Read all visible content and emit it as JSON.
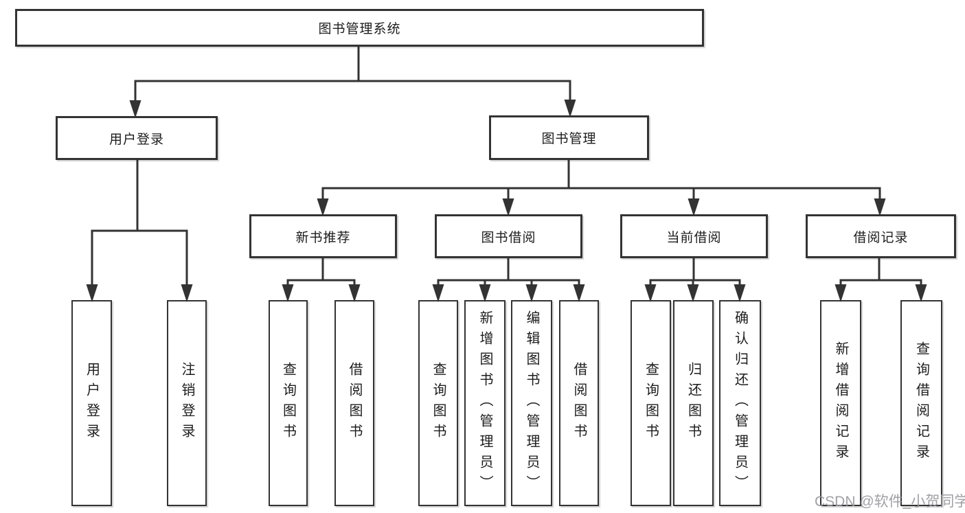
{
  "tree": {
    "label": "图书管理系统",
    "children": [
      {
        "label": "用户登录",
        "children": [
          {
            "label": "用户登录"
          },
          {
            "label": "注销登录"
          }
        ]
      },
      {
        "label": "图书管理",
        "children": [
          {
            "label": "新书推荐",
            "children": [
              {
                "label": "查询图书"
              },
              {
                "label": "借阅图书"
              }
            ]
          },
          {
            "label": "图书借阅",
            "children": [
              {
                "label": "查询图书"
              },
              {
                "label": "新增图书（管理员）"
              },
              {
                "label": "编辑图书（管理员）"
              },
              {
                "label": "借阅图书"
              }
            ]
          },
          {
            "label": "当前借阅",
            "children": [
              {
                "label": "查询图书"
              },
              {
                "label": "归还图书"
              },
              {
                "label": "确认归还（管理员）"
              }
            ]
          },
          {
            "label": "借阅记录",
            "children": [
              {
                "label": "新增借阅记录"
              },
              {
                "label": "查询借阅记录"
              }
            ]
          }
        ]
      }
    ]
  },
  "watermark": "CSDN @软件_小贺同学",
  "colors": {
    "line": "#333333",
    "box_border": "#333333",
    "box_background": "#ffffff",
    "text": "#1c1c1c",
    "watermark": "#99989f"
  }
}
